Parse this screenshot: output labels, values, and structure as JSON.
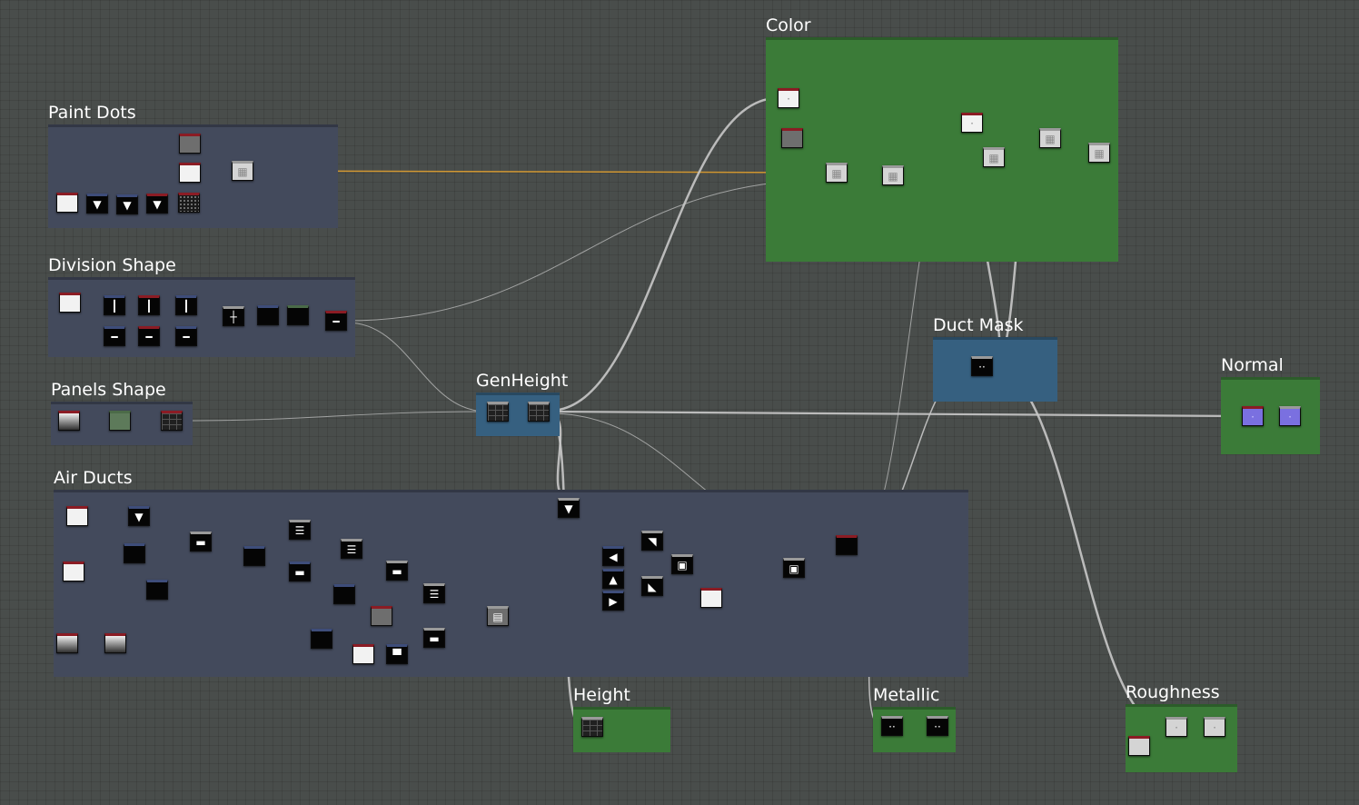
{
  "colors": {
    "background": "#494d4b",
    "frame_gray": "#434a5c",
    "frame_green": "#3b7b38",
    "frame_blue": "#366080",
    "wire": "#c8c8c8",
    "wire_orange": "#e0a030",
    "node_header_red": "#7a1a22"
  },
  "frames": {
    "paint_dots": {
      "title": "Paint Dots"
    },
    "division_shape": {
      "title": "Division Shape"
    },
    "panels_shape": {
      "title": "Panels Shape"
    },
    "air_ducts": {
      "title": "Air Ducts"
    },
    "color": {
      "title": "Color"
    },
    "duct_mask": {
      "title": "Duct Mask"
    },
    "gen_height": {
      "title": "GenHeight"
    },
    "normal": {
      "title": "Normal"
    },
    "height": {
      "title": "Height"
    },
    "metallic": {
      "title": "Metallic"
    },
    "roughness": {
      "title": "Roughness"
    }
  },
  "node_icons": {
    "blend": "blend-icon",
    "triangle": "triangle-icon",
    "tile": "tile-icon",
    "output": "output-icon",
    "cross": "cross-icon",
    "bricks": "bricks-icon",
    "noise": "noise-icon"
  }
}
